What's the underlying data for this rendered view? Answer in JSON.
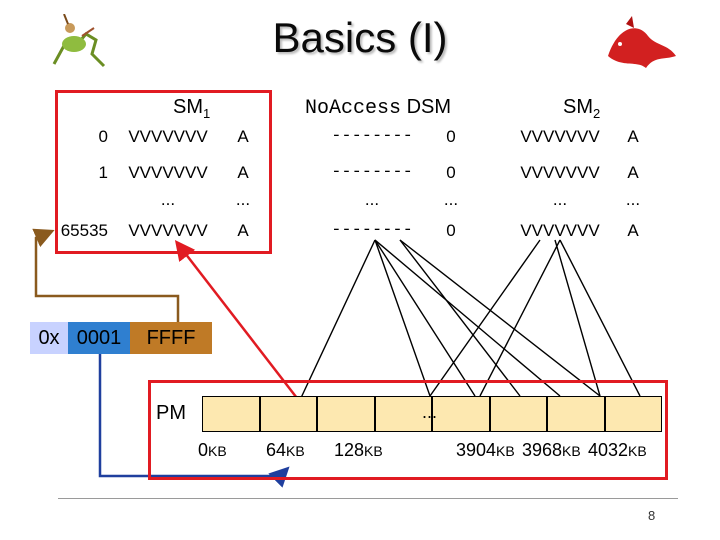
{
  "title": "Basics (I)",
  "sm1_label": "SM",
  "sm1_sub": "1",
  "dsm_label_mono": "NoAccess",
  "dsm_label": "DSM",
  "sm2_label": "SM",
  "sm2_sub": "2",
  "rows": [
    {
      "num": "0",
      "sm1_v": "VVVVVVV",
      "sm1_a": "A",
      "dsm_d": "--------",
      "dsm_z": "0",
      "sm2_v": "VVVVVVV",
      "sm2_a": "A"
    },
    {
      "num": "1",
      "sm1_v": "VVVVVVV",
      "sm1_a": "A",
      "dsm_d": "--------",
      "dsm_z": "0",
      "sm2_v": "VVVVVVV",
      "sm2_a": "A"
    },
    {
      "num": "",
      "sm1_v": "...",
      "sm1_a": "...",
      "dsm_d": "...",
      "dsm_z": "...",
      "sm2_v": "...",
      "sm2_a": "..."
    },
    {
      "num": "65535",
      "sm1_v": "VVVVVVV",
      "sm1_a": "A",
      "dsm_d": "--------",
      "dsm_z": "0",
      "sm2_v": "VVVVVVV",
      "sm2_a": "A"
    }
  ],
  "addr": {
    "prefix": "0x",
    "part1": "0001",
    "part2": "FFFF"
  },
  "pm": {
    "label": "PM",
    "ellipsis": "...",
    "kb": [
      {
        "num": "0",
        "unit": "KB"
      },
      {
        "num": "64",
        "unit": "KB"
      },
      {
        "num": "128",
        "unit": "KB"
      },
      {
        "num": "3904",
        "unit": "KB"
      },
      {
        "num": "3968",
        "unit": "KB"
      },
      {
        "num": "4032",
        "unit": "KB"
      }
    ]
  },
  "slide_number": "8",
  "colors": {
    "red": "#e11b22",
    "addr_prefix": "#c8d2ff",
    "addr_part1": "#2f7fd0",
    "addr_part2": "#bf7a26",
    "pm_cell": "#fde8b0",
    "blue_line": "#1f3f9e",
    "brown_line": "#8a5a1e"
  }
}
